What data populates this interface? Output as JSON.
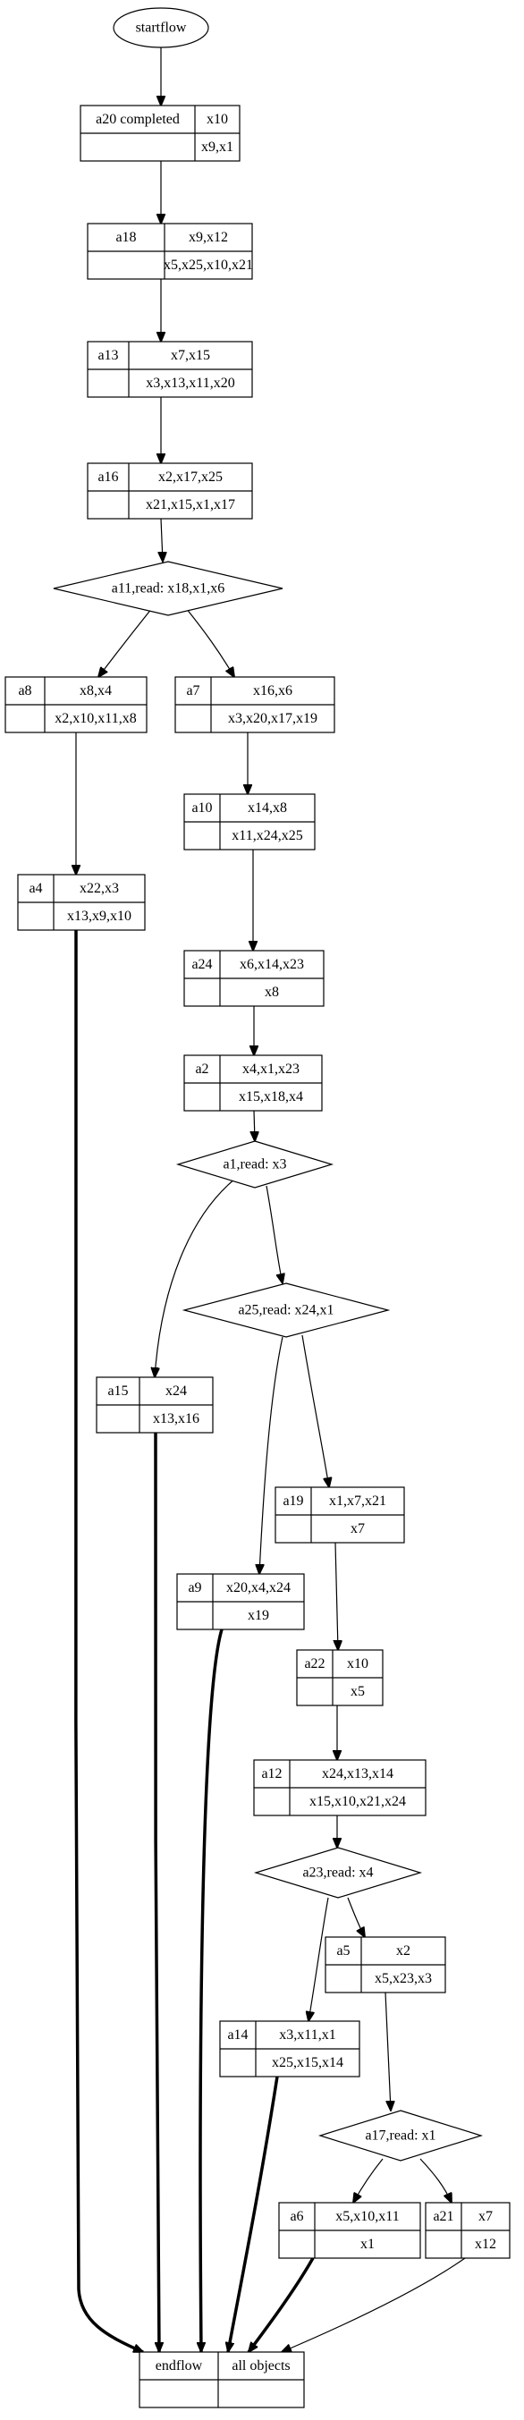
{
  "start": {
    "label": "startflow"
  },
  "boxes": [
    {
      "id": "a20",
      "name": "a20 completed",
      "top": "x10",
      "bottom": "x9,x1"
    },
    {
      "id": "a18",
      "name": "a18",
      "top": "x9,x12",
      "bottom": "x5,x25,x10,x21"
    },
    {
      "id": "a13",
      "name": "a13",
      "top": "x7,x15",
      "bottom": "x3,x13,x11,x20"
    },
    {
      "id": "a16",
      "name": "a16",
      "top": "x2,x17,x25",
      "bottom": "x21,x15,x1,x17"
    },
    {
      "id": "a8",
      "name": "a8",
      "top": "x8,x4",
      "bottom": "x2,x10,x11,x8"
    },
    {
      "id": "a7",
      "name": "a7",
      "top": "x16,x6",
      "bottom": "x3,x20,x17,x19"
    },
    {
      "id": "a10",
      "name": "a10",
      "top": "x14,x8",
      "bottom": "x11,x24,x25"
    },
    {
      "id": "a4",
      "name": "a4",
      "top": "x22,x3",
      "bottom": "x13,x9,x10"
    },
    {
      "id": "a24",
      "name": "a24",
      "top": "x6,x14,x23",
      "bottom": "x8"
    },
    {
      "id": "a2",
      "name": "a2",
      "top": "x4,x1,x23",
      "bottom": "x15,x18,x4"
    },
    {
      "id": "a15",
      "name": "a15",
      "top": "x24",
      "bottom": "x13,x16"
    },
    {
      "id": "a19",
      "name": "a19",
      "top": "x1,x7,x21",
      "bottom": "x7"
    },
    {
      "id": "a9",
      "name": "a9",
      "top": "x20,x4,x24",
      "bottom": "x19"
    },
    {
      "id": "a22",
      "name": "a22",
      "top": "x10",
      "bottom": "x5"
    },
    {
      "id": "a12",
      "name": "a12",
      "top": "x24,x13,x14",
      "bottom": "x15,x10,x21,x24"
    },
    {
      "id": "a5",
      "name": "a5",
      "top": "x2",
      "bottom": "x5,x23,x3"
    },
    {
      "id": "a14",
      "name": "a14",
      "top": "x3,x11,x1",
      "bottom": "x25,x15,x14"
    },
    {
      "id": "a6",
      "name": "a6",
      "top": "x5,x10,x11",
      "bottom": "x1"
    },
    {
      "id": "a21",
      "name": "a21",
      "top": "x7",
      "bottom": "x12"
    },
    {
      "id": "end",
      "name": "endflow",
      "top": "all objects",
      "bottom": ""
    }
  ],
  "decisions": [
    {
      "id": "d_a11",
      "label": "a11,read: x18,x1,x6"
    },
    {
      "id": "d_a1",
      "label": "a1,read: x3"
    },
    {
      "id": "d_a25",
      "label": "a25,read: x24,x1"
    },
    {
      "id": "d_a23",
      "label": "a23,read: x4"
    },
    {
      "id": "d_a17",
      "label": "a17,read: x1"
    }
  ]
}
